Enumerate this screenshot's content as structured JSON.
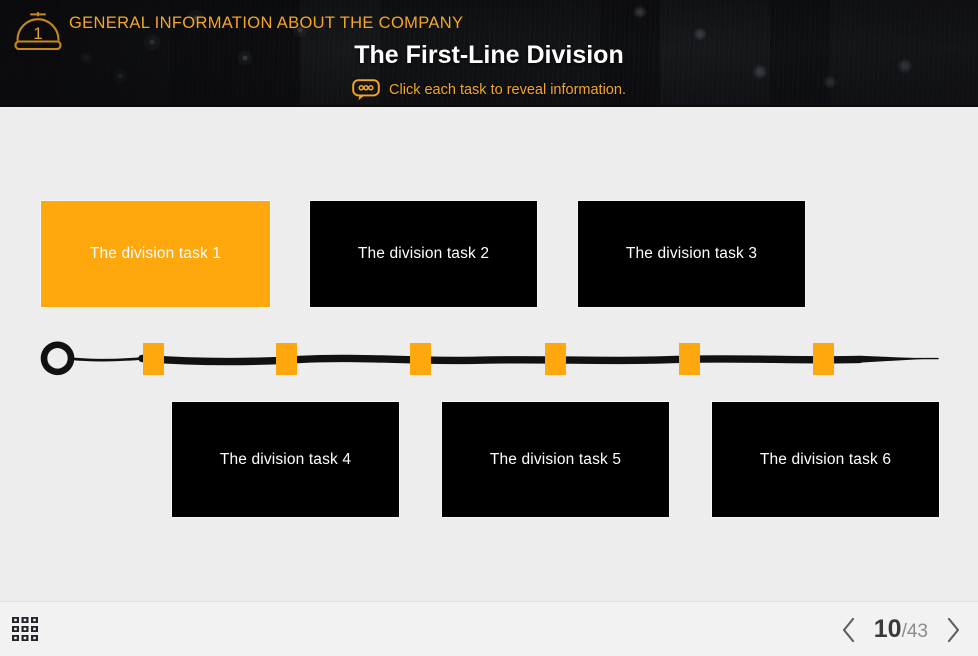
{
  "header": {
    "badge_number": "1",
    "badge_icon": "cloche-dome-icon",
    "kicker": "GENERAL INFORMATION ABOUT THE COMPANY",
    "title": "The First-Line Division",
    "hint_icon": "speech-bubble-icon",
    "hint": "Click each task to reveal information.",
    "accent_color": "#f5a623",
    "background_color": "#161719"
  },
  "board": {
    "background_color": "#ededed",
    "active_color": "#ffa80d",
    "inactive_color": "#000000",
    "tasks": [
      {
        "label": "The division task 1",
        "state": "active"
      },
      {
        "label": "The division task 2",
        "state": "inactive"
      },
      {
        "label": "The division task 3",
        "state": "inactive"
      },
      {
        "label": "The division task 4",
        "state": "inactive"
      },
      {
        "label": "The division task 5",
        "state": "inactive"
      },
      {
        "label": "The division task 6",
        "state": "inactive"
      }
    ],
    "timeline": {
      "marker_count": 6,
      "marker_color": "#ffa80d",
      "line_color": "#111111",
      "left_cap": "circle-hook",
      "right_cap": "tapered-point"
    }
  },
  "navbar": {
    "menu_icon": "grid-menu-icon",
    "prev_icon": "chevron-left-icon",
    "next_icon": "chevron-right-icon",
    "current_page": "10",
    "page_separator": "/",
    "total_pages": "43"
  }
}
